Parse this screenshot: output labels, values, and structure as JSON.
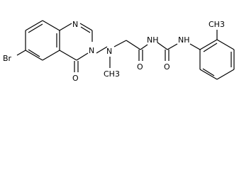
{
  "molecule": {
    "atoms": {
      "bromine": "Br",
      "quinazoline_n1": "N",
      "quinazoline_n3": "N",
      "ring_carbonyl_o": "O",
      "amine_n": "N",
      "amine_methyl": "CH3",
      "acyl_carbonyl_o": "O",
      "imide_nh": "NH",
      "urea_carbonyl_o": "O",
      "aryl_nh": "NH",
      "aryl_methyl": "CH3"
    },
    "colors": {
      "bond": "#000000",
      "label": "#000000",
      "background": "#ffffff"
    }
  }
}
